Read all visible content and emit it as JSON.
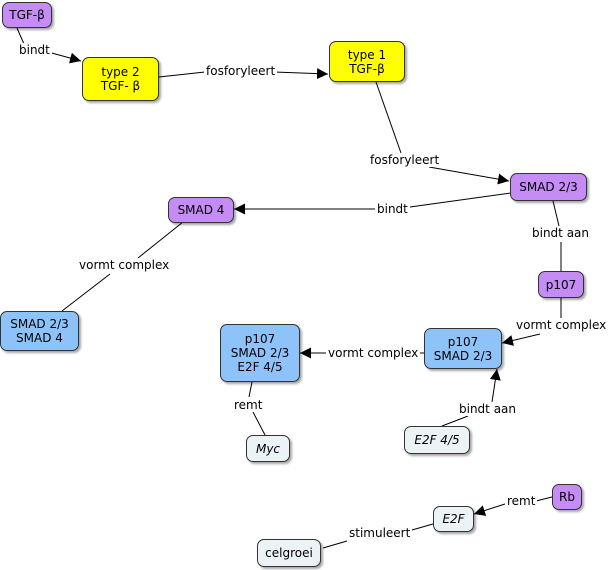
{
  "colors": {
    "purple": "#c48cf4",
    "yellow": "#ffff00",
    "blue": "#8ec3fa",
    "pale": "#ebf3f6",
    "line": "#000000"
  },
  "nodes": {
    "tgfb": "TGF-β",
    "type2": "type 2\nTGF- β",
    "type1": "type 1\nTGF-β",
    "smad23": "SMAD 2/3",
    "smad4": "SMAD 4",
    "p107": "p107",
    "smad23_smad4": "SMAD 2/3\nSMAD 4",
    "p107_smad23": "p107\nSMAD 2/3",
    "p107_smad23_e2f45": "p107\nSMAD 2/3\nE2F 4/5",
    "myc": "Myc",
    "e2f45": "E2F 4/5",
    "rb": "Rb",
    "e2f": "E2F",
    "celgroei": "celgroei"
  },
  "edges": {
    "bindt_1": "bindt",
    "fosforyleert_1": "fosforyleert",
    "fosforyleert_2": "fosforyleert",
    "bindt_2": "bindt",
    "vormt_complex_1": "vormt complex",
    "bindt_aan_1": "bindt aan",
    "vormt_complex_2": "vormt complex",
    "vormt_complex_3": "vormt complex",
    "remt_1": "remt",
    "bindt_aan_2": "bindt aan",
    "remt_2": "remt",
    "stimuleert": "stimuleert"
  }
}
